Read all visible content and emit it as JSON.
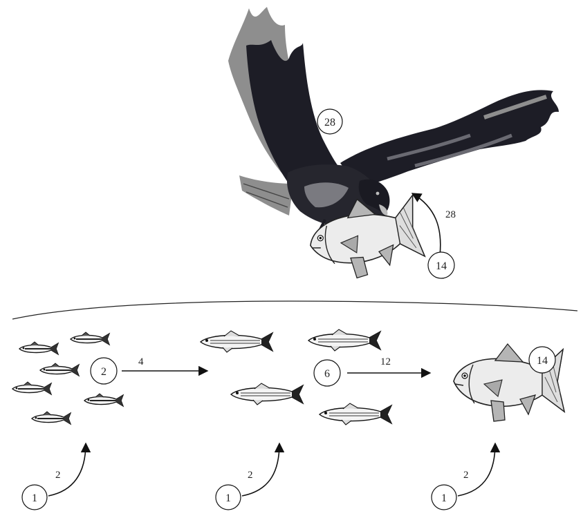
{
  "diagram": {
    "eagle": {
      "level": "28",
      "arrow_value": "28"
    },
    "big_fish": {
      "level": "14"
    },
    "small_fish_school": {
      "level": "2",
      "arrow_value": "4"
    },
    "mid_fish_school": {
      "level": "6",
      "arrow_value": "12"
    },
    "inputs": [
      {
        "source": "1",
        "arrow_value": "2"
      },
      {
        "source": "1",
        "arrow_value": "2"
      },
      {
        "source": "1",
        "arrow_value": "2"
      }
    ],
    "colors": {
      "ink": "#1c1c24",
      "wing_light": "#8e8e8e",
      "fish_fill": "#e6e6e6",
      "fin": "#a9a9a9"
    },
    "icons": [
      "eagle-icon",
      "fish-icon"
    ]
  }
}
